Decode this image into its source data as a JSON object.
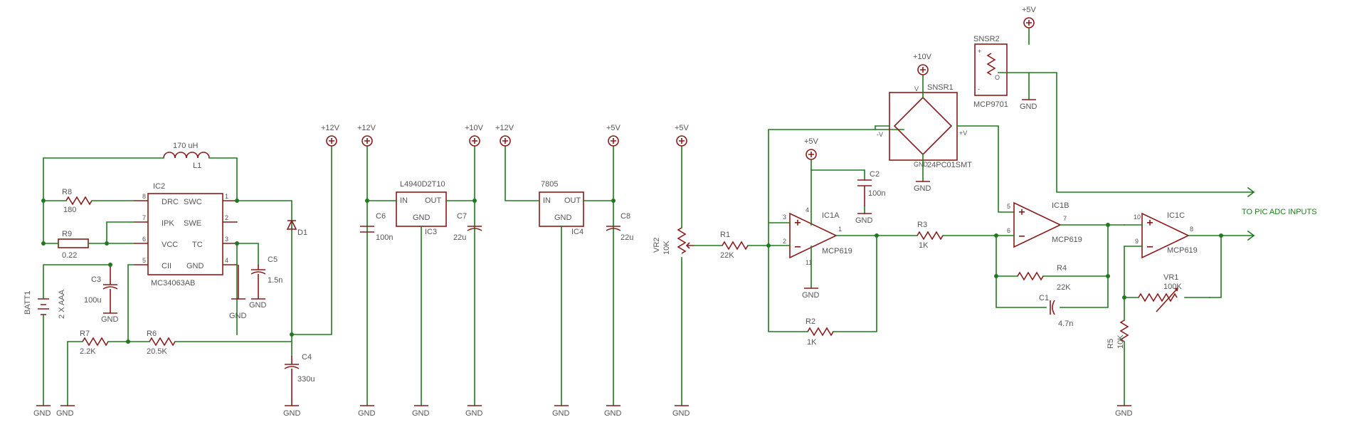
{
  "colors": {
    "wire": "#1f7a1f",
    "component": "#8b1a1a",
    "text": "#555555",
    "background": "#ffffff"
  },
  "supplies": {
    "p12_a": "+12V",
    "p12_b": "+12V",
    "p12_c": "+12V",
    "p10_a": "+10V",
    "p10_b": "+10V",
    "p5_a": "+5V",
    "p5_b": "+5V",
    "p5_c": "+5V",
    "p5_d": "+5V"
  },
  "ground_label": "GND",
  "ic2": {
    "name": "IC2",
    "part": "MC34063AB",
    "pins": {
      "drc": "DRC",
      "swc": "SWC",
      "ipk": "IPK",
      "swe": "SWE",
      "vcc": "VCC",
      "tc": "TC",
      "cii": "CII",
      "gnd": "GND"
    },
    "pin_numbers": {
      "p1": "1",
      "p2": "2",
      "p3": "3",
      "p4": "4",
      "p5": "5",
      "p6": "6",
      "p7": "7",
      "p8": "8"
    }
  },
  "components": {
    "L1": {
      "name": "L1",
      "value": "170 uH"
    },
    "R8": {
      "name": "R8",
      "value": "180"
    },
    "R9": {
      "name": "R9",
      "value": "0.22"
    },
    "R7": {
      "name": "R7",
      "value": "2.2K"
    },
    "R6": {
      "name": "R6",
      "value": "20.5K"
    },
    "C3": {
      "name": "C3",
      "value": "100u"
    },
    "C5": {
      "name": "C5",
      "value": "1.5n"
    },
    "C4": {
      "name": "C4",
      "value": "330u"
    },
    "D1": {
      "name": "D1"
    },
    "BATT1": {
      "name": "BATT1",
      "value": "2 X AAA"
    },
    "C6": {
      "name": "C6",
      "value": "100n"
    },
    "C7": {
      "name": "C7",
      "value": "22u"
    },
    "C8": {
      "name": "C8",
      "value": "22u"
    },
    "VR2": {
      "name": "VR2",
      "value": "10K"
    },
    "R1": {
      "name": "R1",
      "value": "22K"
    },
    "R2": {
      "name": "R2",
      "value": "1K"
    },
    "R3": {
      "name": "R3",
      "value": "1K"
    },
    "C2": {
      "name": "C2",
      "value": "100n"
    },
    "R4": {
      "name": "R4",
      "value": "22K"
    },
    "C1": {
      "name": "C1",
      "value": "4.7n"
    },
    "VR1": {
      "name": "VR1",
      "value": "100K"
    },
    "R5": {
      "name": "R5",
      "value": "10K"
    }
  },
  "ic3": {
    "name": "IC3",
    "part": "L4940D2T10",
    "in": "IN",
    "out": "OUT",
    "gnd": "GND"
  },
  "ic4": {
    "name": "IC4",
    "part": "7805",
    "in": "IN",
    "out": "OUT",
    "gnd": "GND"
  },
  "ic1a": {
    "name": "IC1A",
    "part": "MCP619",
    "plus_pin": "3",
    "minus_pin": "2",
    "out_pin": "1",
    "vdd_pin": "4",
    "gnd_pin": "11"
  },
  "ic1b": {
    "name": "IC1B",
    "part": "MCP619",
    "plus_pin": "5",
    "minus_pin": "6",
    "out_pin": "7"
  },
  "ic1c": {
    "name": "IC1C",
    "part": "MCP619",
    "plus_pin": "10",
    "minus_pin": "9",
    "out_pin": "8"
  },
  "snsr1": {
    "name": "SNSR1",
    "part": "24PC01SMT",
    "v": "V",
    "minus_v": "-V",
    "plus_v": "+V",
    "gnd": "GND"
  },
  "snsr2": {
    "name": "SNSR2",
    "part": "MCP9701",
    "plus": "+",
    "minus": "-",
    "out": "O"
  },
  "output_label": "TO PIC ADC INPUTS"
}
